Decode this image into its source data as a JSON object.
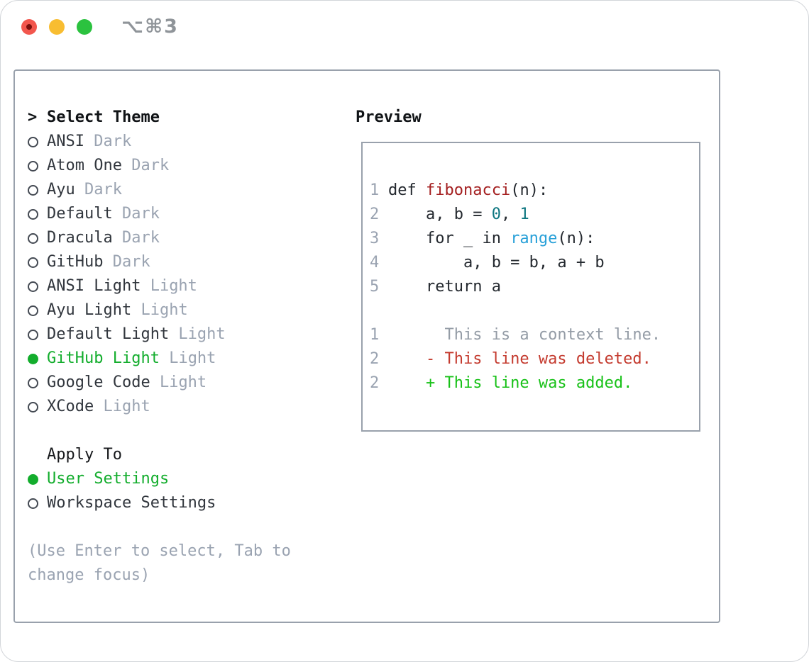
{
  "window": {
    "title": "⌥⌘3"
  },
  "titlebar": {
    "close_icon": "red-circle",
    "minimize_icon": "yellow-circle",
    "zoom_icon": "green-circle"
  },
  "theme_picker": {
    "header": {
      "prefix": ">",
      "label": "Select Theme"
    },
    "items": [
      {
        "name": "ANSI",
        "variant": "Dark",
        "selected": false
      },
      {
        "name": "Atom One",
        "variant": "Dark",
        "selected": false
      },
      {
        "name": "Ayu",
        "variant": "Dark",
        "selected": false
      },
      {
        "name": "Default",
        "variant": "Dark",
        "selected": false
      },
      {
        "name": "Dracula",
        "variant": "Dark",
        "selected": false
      },
      {
        "name": "GitHub",
        "variant": "Dark",
        "selected": false
      },
      {
        "name": "ANSI Light",
        "variant": "Light",
        "selected": false
      },
      {
        "name": "Ayu Light",
        "variant": "Light",
        "selected": false
      },
      {
        "name": "Default Light",
        "variant": "Light",
        "selected": false
      },
      {
        "name": "GitHub Light",
        "variant": "Light",
        "selected": true
      },
      {
        "name": "Google Code",
        "variant": "Light",
        "selected": false
      },
      {
        "name": "XCode",
        "variant": "Light",
        "selected": false
      }
    ],
    "apply_to": {
      "label": "Apply To",
      "options": [
        {
          "name": "User Settings",
          "selected": true
        },
        {
          "name": "Workspace Settings",
          "selected": false
        }
      ]
    },
    "hint": "(Use Enter to select, Tab to change focus)"
  },
  "preview": {
    "label": "Preview",
    "lines": [
      {
        "n": "1",
        "tokens": [
          {
            "t": "def ",
            "c": "p"
          },
          {
            "t": "fibonacci",
            "c": "fn"
          },
          {
            "t": "(n):",
            "c": "p"
          }
        ]
      },
      {
        "n": "2",
        "tokens": [
          {
            "t": "    a, b = ",
            "c": "p"
          },
          {
            "t": "0",
            "c": "nm"
          },
          {
            "t": ", ",
            "c": "p"
          },
          {
            "t": "1",
            "c": "nm"
          }
        ]
      },
      {
        "n": "3",
        "tokens": [
          {
            "t": "    for _ in ",
            "c": "p"
          },
          {
            "t": "range",
            "c": "cl"
          },
          {
            "t": "(n):",
            "c": "p"
          }
        ]
      },
      {
        "n": "4",
        "tokens": [
          {
            "t": "        a, b = b, a + b",
            "c": "p"
          }
        ]
      },
      {
        "n": "5",
        "tokens": [
          {
            "t": "    return a",
            "c": "p"
          }
        ]
      },
      {
        "n": "",
        "tokens": []
      },
      {
        "n": "1",
        "tokens": [
          {
            "t": "      This is a context line.",
            "c": "ctx"
          }
        ]
      },
      {
        "n": "2",
        "tokens": [
          {
            "t": "    - This line was deleted.",
            "c": "del"
          }
        ]
      },
      {
        "n": "2",
        "tokens": [
          {
            "t": "    + This line was added.",
            "c": "add"
          }
        ]
      }
    ]
  },
  "colors": {
    "selection_green": "#13ad2d",
    "added_green": "#17c117",
    "deleted_red": "#c43a2e",
    "function_red": "#a41f20",
    "number_teal": "#0d7680",
    "call_blue": "#28a0d8",
    "muted_gray": "#9aa3b1",
    "border_gray": "#99a1ac",
    "traffic_red": "#f2564d",
    "traffic_yellow": "#f8bd31",
    "traffic_green": "#2bc23f"
  }
}
